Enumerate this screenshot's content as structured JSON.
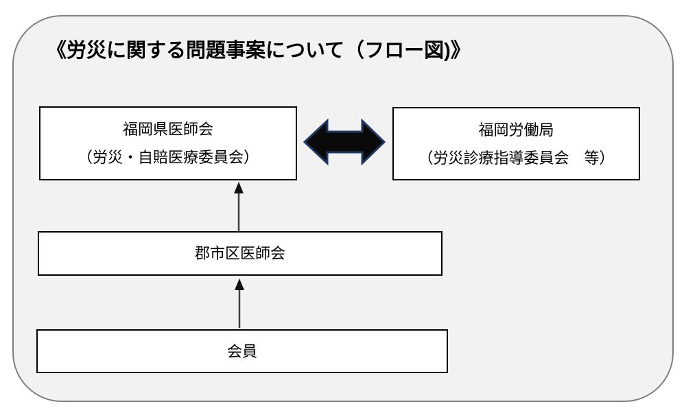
{
  "diagram": {
    "title": "《労災に関する問題事案について（フロー図)》",
    "nodes": {
      "fukuoka_medical_assoc": {
        "name": "福岡県医師会",
        "subtitle": "（労災・自賠医療委員会）"
      },
      "fukuoka_labor_bureau": {
        "name": "福岡労働局",
        "subtitle": "（労災診療指導委員会　等）"
      },
      "district_medical_assoc": {
        "name": "郡市区医師会"
      },
      "member": {
        "name": "会員"
      }
    },
    "connections": [
      {
        "from": "fukuoka_medical_assoc",
        "to": "fukuoka_labor_bureau",
        "type": "double-headed-arrow"
      },
      {
        "from": "district_medical_assoc",
        "to": "fukuoka_medical_assoc",
        "type": "up-arrow"
      },
      {
        "from": "member",
        "to": "district_medical_assoc",
        "type": "up-arrow"
      }
    ],
    "colors": {
      "canvas_background": "#f2f2f2",
      "canvas_border": "#7f7f7f",
      "node_background": "#ffffff",
      "node_border": "#000000",
      "text": "#000000",
      "double_arrow_fill": "#0a0a0a",
      "double_arrow_outline": "#1f3864",
      "connector_line": "#404040",
      "connector_head": "#111111"
    }
  }
}
